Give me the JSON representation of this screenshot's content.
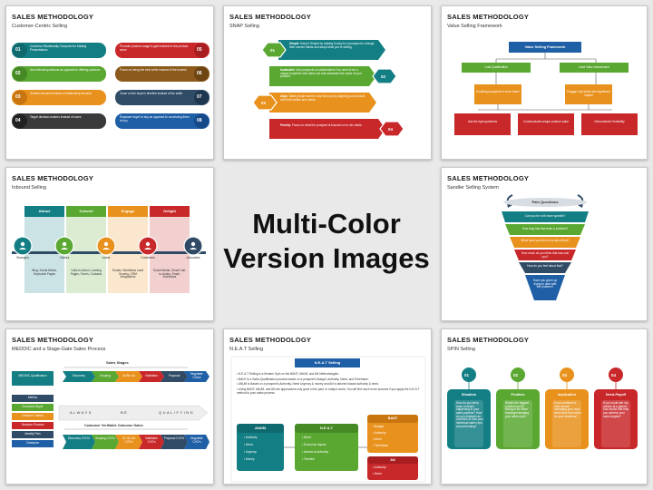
{
  "center": {
    "line1": "Multi-Color",
    "line2": "Version Images"
  },
  "slides": {
    "s1": {
      "title": "SALES METHODOLOGY",
      "subtitle": "Customer-Centric Selling",
      "nums": [
        "01",
        "02",
        "03",
        "04",
        "05",
        "06",
        "07",
        "08"
      ],
      "left": [
        "Converse Situationally Compared to Making Presentations",
        "Ask relevant questions as opposed to offering opinions",
        "Solution-focused instead of relationship-focused",
        "Target decision-makers instead of users"
      ],
      "right": [
        "Promote product usage to gain interest in the product alone",
        "Focus on being the best seller instead of the busiest",
        "Close on the buyer's timeline instead of the seller",
        "Empower buyer to buy as opposed to convincing them to buy"
      ]
    },
    "s2": {
      "title": "SALES METHODOLOGY",
      "subtitle": "SNAP Selling",
      "nums": [
        "01",
        "02",
        "03",
        "04"
      ],
      "heads": [
        "Simple",
        "Invaluable",
        "Align",
        "Priority"
      ],
      "texts": [
        ": Keep it Simple by making it easy for a prospect to change their current habits and adopt what you're selling.",
        ": Ask prospects on stakeholders.You need to be a unique expertise who stand out and showcase the value of your product.",
        ": Make people want to buy from you by aligning your product with their beliefs and needs.",
        ": Focus on what the prospect is focused on to win deals."
      ]
    },
    "s3": {
      "title": "SALES METHODOLOGY",
      "subtitle": "Value Selling Framework",
      "top": "Value Selling Framework",
      "mid": [
        "Lead Qualification",
        "Lead Value Assessment"
      ],
      "lower": [
        "Enabling prospects to close faster",
        "Engage only leads with significant impact"
      ],
      "bottom": [
        "Ask the right questions",
        "Communicate unique product value",
        "Demonstrate Feasibility"
      ]
    },
    "s4": {
      "title": "SALES METHODOLOGY",
      "subtitle": "Inbound Selling",
      "stages": [
        "Attract",
        "Convert",
        "Engage",
        "Delight"
      ],
      "circles": [
        "Strangers",
        "Visitors",
        "Leads",
        "Customers",
        "Advocates"
      ],
      "texts": [
        "Blog, Social Media, Keywords Pages",
        "Calls to Action, Landing Pages, Forms, Contacts",
        "Emails, Workflows Lead Scoring, CRM Integrations",
        "Social Media, Smart Call-to-Action, Email, Workflows"
      ]
    },
    "s5": {
      "title": "SALES METHODOLOGY",
      "subtitle": "Sandler Selling System",
      "head": "Pain Questions",
      "items": [
        "Can you be a bit more specific?",
        "How long has that been a problem?",
        "What have you tried to do about that?",
        "How much do you think that has cost you?",
        "How do you feel about that?",
        "Have you given up trying to deal with the problem?"
      ]
    },
    "s6": {
      "title": "SALES METHODOLOGY",
      "subtitle": "MEDDIC and a Stage-Gate Sales Process",
      "stages_label": "Sales Stages",
      "arrows": [
        "Discovery",
        "Scoping",
        "Go/No Go",
        "Validation",
        "Proposal",
        "Negotiate /Close"
      ],
      "meddic": "MEDDIC Qualification",
      "list": [
        "Metrics",
        "Economic Buyer",
        "Decision Criteria",
        "Decision Process",
        "Identify Pain",
        "Champion"
      ],
      "band": [
        "ALWAYS",
        "BE",
        "QUALIFYING"
      ],
      "gates_label": "Customer Verifiable Outcome Gates",
      "gates": [
        "Discovery CVO's",
        "Scoping CVO's",
        "Go No-Go CVO's",
        "Validation CVO's",
        "Proposal CVO's",
        "Negotiate CVO's"
      ]
    },
    "s7": {
      "title": "SALES METHODOLOGY",
      "subtitle": "N.E.A.T Selling",
      "head": "N.E.A.T Selling",
      "bullets": [
        "N.E.A.T Selling is a Modern Spin on the BANT, ANUM, and AN Methodologies.",
        "BANT is a Sales Qualification process based on a prospect's Budget, Authority, Need, and Timeframe.",
        "ANUM is Based on a prospect's Authority, Need Urgency & money and AN is tailored toward authority & need.",
        "Using BANT, ANUM, and AN are approaches only good in the past. In today's world, You will find much more success if you apply the N.E.A.T method to your sales process."
      ],
      "anum": {
        "head": "ANUM",
        "items": [
          "Authority",
          "Need",
          "Urgency",
          "Money"
        ]
      },
      "neat": {
        "head": "N.E.A.T",
        "items": [
          "Need",
          "Economic Impact",
          "Access to Authority",
          "Timeline"
        ]
      },
      "bant": {
        "head": "BANT",
        "items": [
          "Budget",
          "Authority",
          "Need",
          "Timeframe"
        ]
      },
      "an": {
        "head": "AN",
        "items": [
          "Authority",
          "Need"
        ]
      }
    },
    "s8": {
      "title": "SALES METHODOLOGY",
      "subtitle": "SPIN Selling",
      "nums": [
        "01",
        "02",
        "03",
        "04"
      ],
      "heads": [
        "Situation",
        "Problem",
        "Implication",
        "Need-Payoff"
      ],
      "texts": [
        "How do you keep track of what's happening in your sales pipeline? How do you maintain an overview of how your individual sales reps are performing?",
        "What's the biggest problem you're facing in for when tracking/managing your sales reps?",
        "If you continue to have issues managing your reps, what does that mean for your business?",
        "If you could see my activity at a glance, how would that help you achieve your sales targets?"
      ]
    }
  },
  "colors": {
    "green": "#5aa832",
    "blue": "#1f5fa6",
    "orange": "#e8911c",
    "red": "#c8282a",
    "teal": "#137e84",
    "navy": "#2f4b66"
  }
}
